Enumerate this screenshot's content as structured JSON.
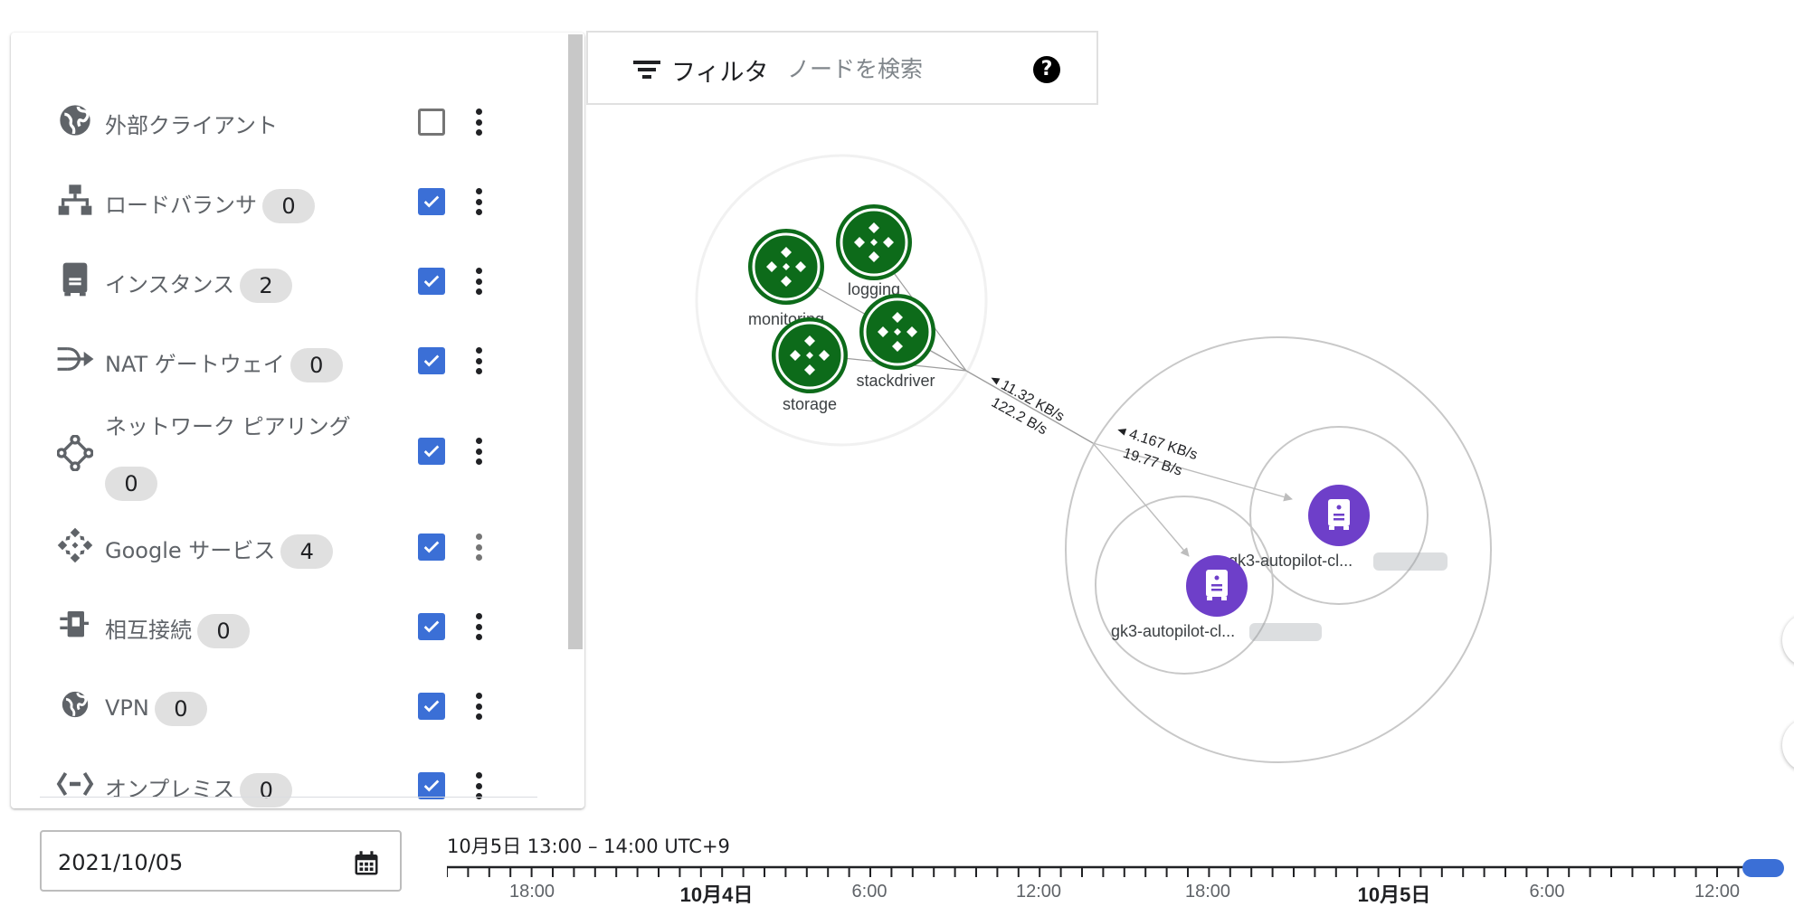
{
  "panel": {
    "items": [
      {
        "label": "外部クライアント",
        "count": null,
        "checked": false,
        "icon": "globe-icon"
      },
      {
        "label": "ロードバランサ",
        "count": "0",
        "checked": true,
        "icon": "load-balancer-icon"
      },
      {
        "label": "インスタンス",
        "count": "2",
        "checked": true,
        "icon": "instance-icon"
      },
      {
        "label": "NAT ゲートウェイ",
        "count": "0",
        "checked": true,
        "icon": "nat-gateway-icon"
      },
      {
        "label": "ネットワーク ピアリング",
        "count": "0",
        "checked": true,
        "icon": "network-peering-icon"
      },
      {
        "label": "Google サービス",
        "count": "4",
        "checked": true,
        "icon": "google-services-icon"
      },
      {
        "label": "相互接続",
        "count": "0",
        "checked": true,
        "icon": "interconnect-icon"
      },
      {
        "label": "VPN",
        "count": "0",
        "checked": true,
        "icon": "vpn-globe-icon"
      },
      {
        "label": "オンプレミス",
        "count": "0",
        "checked": true,
        "icon": "on-premises-icon"
      }
    ]
  },
  "filter": {
    "label": "フィルタ",
    "search_placeholder": "ノードを検索",
    "help": "?"
  },
  "graph": {
    "services": [
      "monitoring",
      "logging",
      "stackdriver",
      "storage"
    ],
    "instances": [
      "gk3-autopilot-cl...",
      "gk3-autopilot-cl..."
    ],
    "edges": {
      "inbound_top": "11.32 KB/s",
      "outbound_top": "122.2 B/s",
      "inbound_inner": "4.167 KB/s",
      "outbound_inner": "19.77 B/s"
    }
  },
  "date": {
    "value": "2021/10/05"
  },
  "timeline": {
    "range": "10月5日 13:00 – 14:00 UTC+9",
    "labels": [
      "18:00",
      "10月4日",
      "6:00",
      "12:00",
      "18:00",
      "10月5日",
      "6:00",
      "12:00"
    ]
  },
  "colors": {
    "service_green": "#0d6b1a",
    "instance_purple": "#6e3fc9",
    "checkbox_blue": "#3b6fd6"
  }
}
